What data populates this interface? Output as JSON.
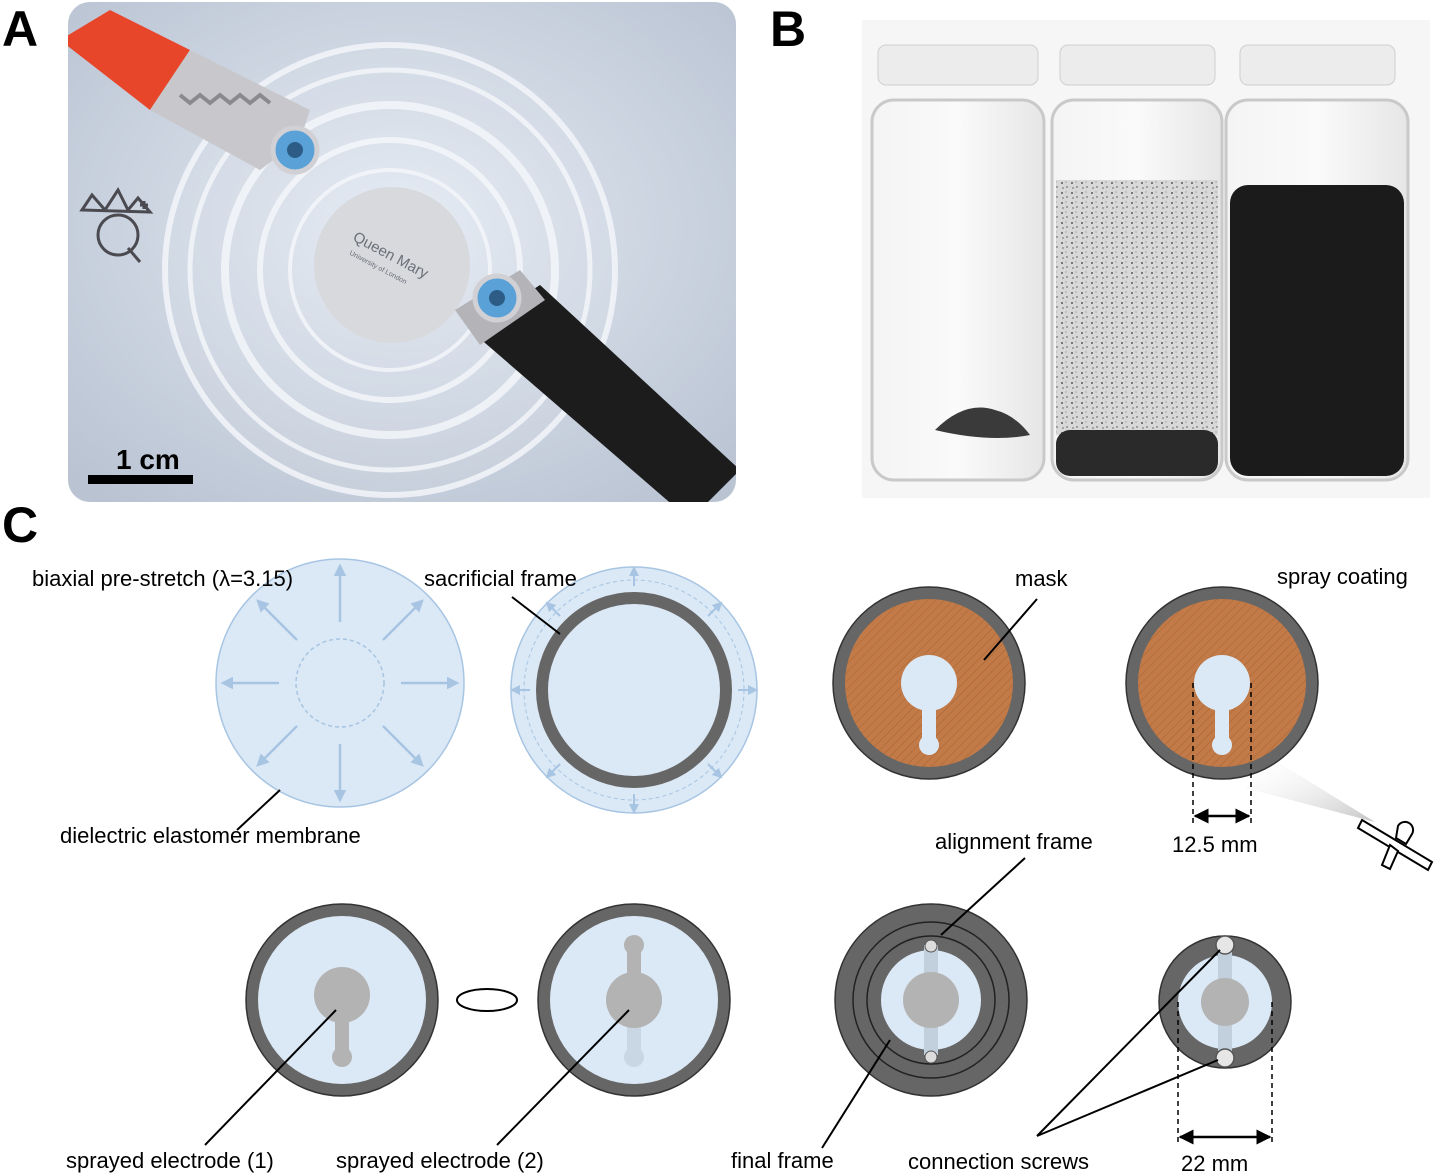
{
  "panels": {
    "a": {
      "letter": "A",
      "scale_bar": "1 cm",
      "logo_text": "Queen Mary",
      "logo_subtext": "University of London"
    },
    "b": {
      "letter": "B"
    },
    "c": {
      "letter": "C"
    }
  },
  "labels": {
    "prestretch": "biaxial pre-stretch (λ=3.15)",
    "membrane": "dielectric elastomer membrane",
    "sacrificial_frame": "sacrificial frame",
    "mask": "mask",
    "spray_coating": "spray coating",
    "dim_electrode": "12.5 mm",
    "alignment_frame": "alignment frame",
    "electrode_1": "sprayed electrode (1)",
    "electrode_2": "sprayed electrode (2)",
    "final_frame": "final frame",
    "connection_screws": "connection screws",
    "dim_frame": "22 mm"
  },
  "colors": {
    "membrane_fill": "#dbe8f5",
    "membrane_arrow": "#a7c5e3",
    "frame_gray": "#666666",
    "mask_brown": "#c17a48",
    "electrode_gray": "#b3b3b3",
    "clip_red": "#e8462a",
    "clip_black": "#1c1c1c",
    "photo_bg": "#c2cbd8"
  }
}
